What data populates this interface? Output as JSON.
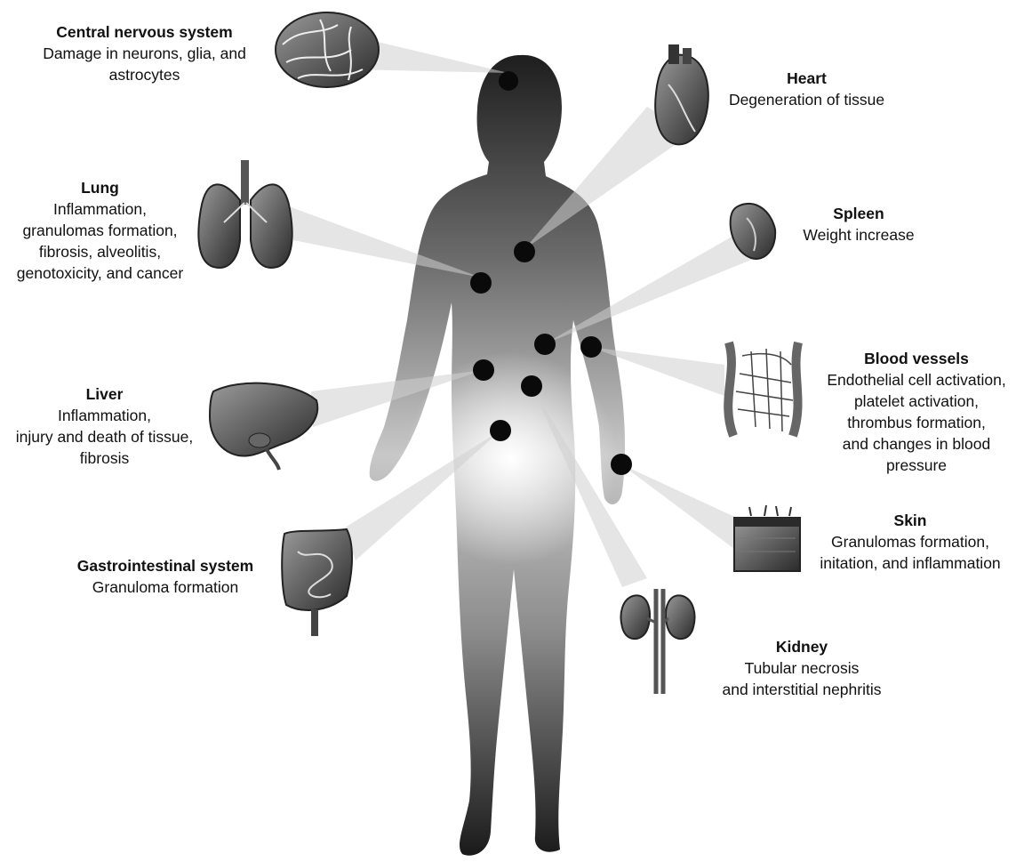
{
  "organs": [
    {
      "key": "cns",
      "title": "Central nervous system",
      "description": "Damage in neurons, glia, and\nastrocytes",
      "icon": "brain-icon"
    },
    {
      "key": "heart",
      "title": "Heart",
      "description": "Degeneration of tissue",
      "icon": "heart-icon"
    },
    {
      "key": "lung",
      "title": "Lung",
      "description": "Inflammation,\ngranulomas formation,\nfibrosis, alveolitis,\ngenotoxicity, and cancer",
      "icon": "lungs-icon"
    },
    {
      "key": "spleen",
      "title": "Spleen",
      "description": "Weight increase",
      "icon": "spleen-icon"
    },
    {
      "key": "liver",
      "title": "Liver",
      "description": "Inflammation,\ninjury and death of tissue,\nfibrosis",
      "icon": "liver-icon"
    },
    {
      "key": "blood",
      "title": "Blood vessels",
      "description": "Endothelial cell activation,\nplatelet activation,\nthrombus formation,\nand changes in blood\npressure",
      "icon": "blood-vessels-icon"
    },
    {
      "key": "gi",
      "title": "Gastrointestinal system",
      "description": "Granuloma formation",
      "icon": "intestine-icon"
    },
    {
      "key": "skin",
      "title": "Skin",
      "description": "Granulomas formation,\ninitation, and inflammation",
      "icon": "skin-icon"
    },
    {
      "key": "kidney",
      "title": "Kidney",
      "description": "Tubular necrosis\nand interstitial nephritis",
      "icon": "kidney-icon"
    }
  ],
  "colors": {
    "body_dark": "#1e1e1e",
    "body_light": "#e8e8e8",
    "dot": "#0a0a0a",
    "organ": "#3a3a3a"
  }
}
